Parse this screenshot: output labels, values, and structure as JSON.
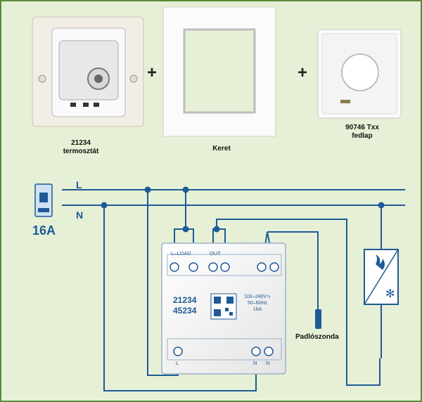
{
  "products": {
    "thermostat": {
      "code": "21234",
      "name": "termosztát"
    },
    "frame": {
      "name": "Keret"
    },
    "cover": {
      "code": "90746 Txx",
      "name": "fedlap"
    },
    "plus_sign": "+"
  },
  "wiring": {
    "line_label": "L",
    "neutral_label": "N",
    "breaker_rating": "16A",
    "device": {
      "code1": "21234",
      "code2": "45234",
      "spec_voltage": "100–240V∿",
      "spec_freq": "50–60Hz",
      "spec_current": "16A",
      "terminal_lload": "L–LOAD",
      "terminal_out": "OUT",
      "terminal_l": "L",
      "terminal_n1": "N",
      "terminal_n2": "N"
    },
    "sensor_label": "Padlószonda"
  },
  "colors": {
    "wire": "#1e5a96",
    "background": "#e6f0d6",
    "border": "#5a8a3a"
  }
}
